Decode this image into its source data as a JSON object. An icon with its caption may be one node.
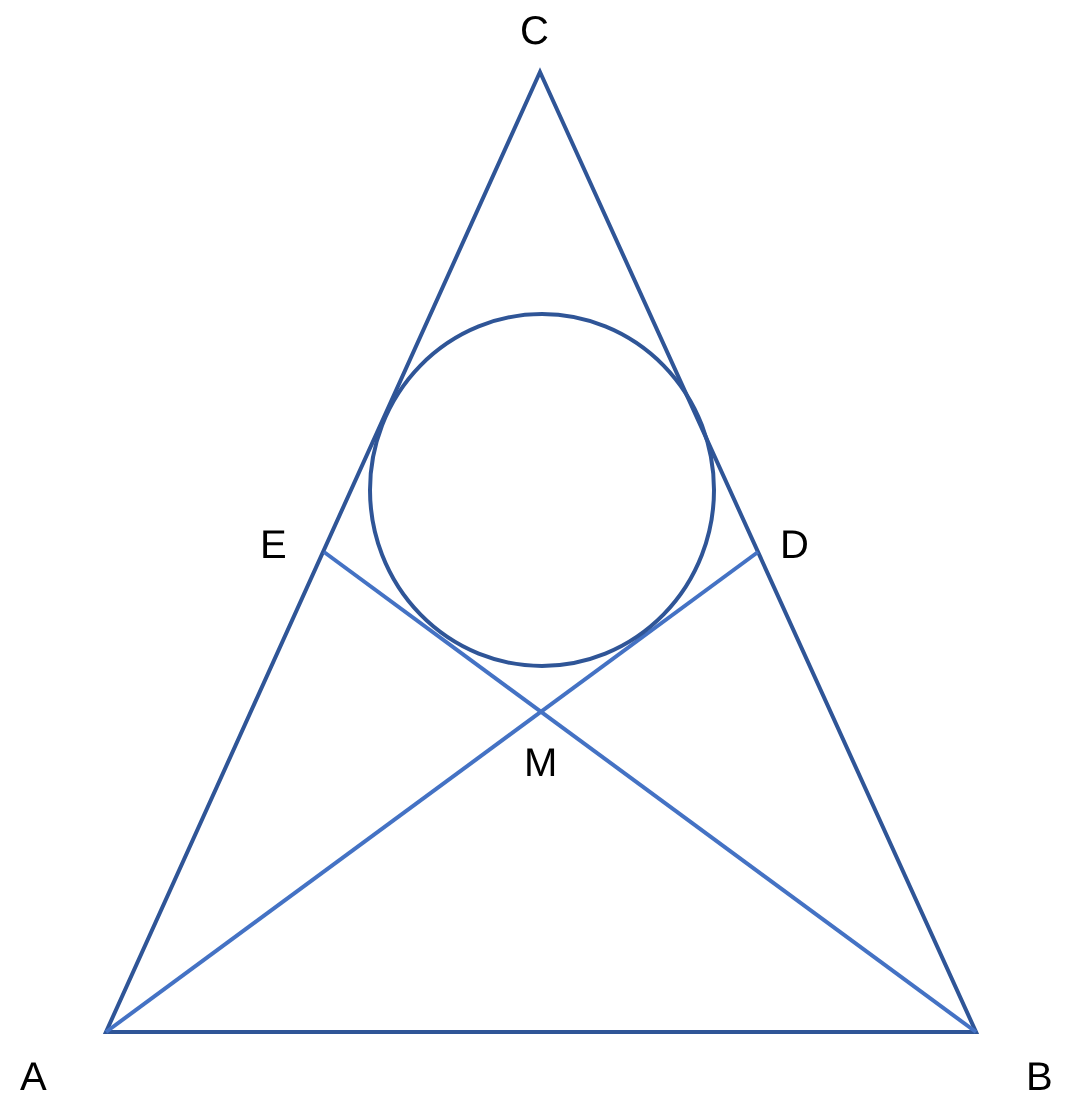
{
  "diagram": {
    "labels": [
      "C",
      "E",
      "D",
      "M",
      "A",
      "B"
    ]
  }
}
